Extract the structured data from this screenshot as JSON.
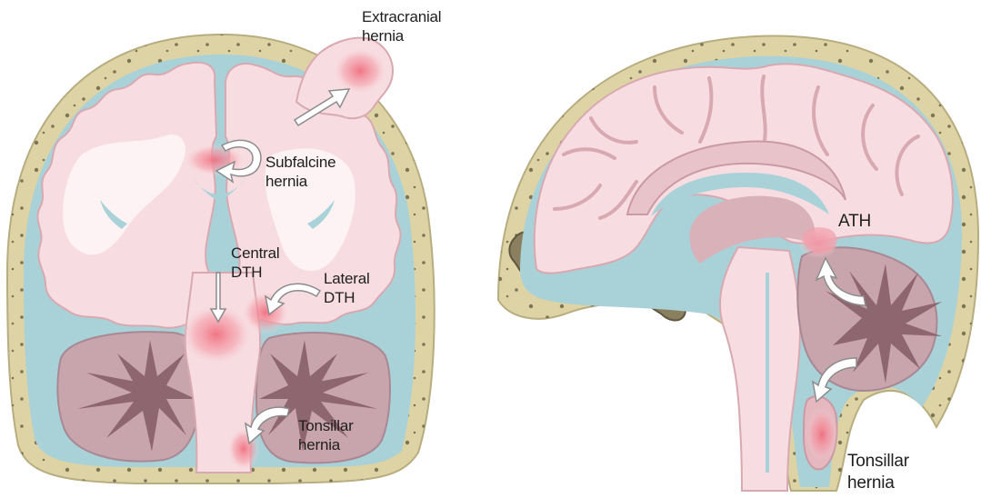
{
  "labels": {
    "extracranial": [
      "Extracranial",
      "hernia"
    ],
    "subfalcine": [
      "Subfalcine",
      "hernia"
    ],
    "central_dth": [
      "Central",
      "DTH"
    ],
    "lateral_dth": [
      "Lateral",
      "DTH"
    ],
    "tonsillar_left": [
      "Tonsillar",
      "hernia"
    ],
    "ath": [
      "ATH"
    ],
    "tonsillar_right": [
      "Tonsillar",
      "hernia"
    ]
  },
  "colors": {
    "skull": "#ddd3a4",
    "skull_dots": "#6b6445",
    "csf": "#a9d2d8",
    "brain": "#f7dde1",
    "brain_highlight": "#fdf3f4",
    "cerebellum": "#c8a5ad",
    "arbor": "#8e6670",
    "hernia": "#f07e8c",
    "arrow": "#ffffff"
  }
}
